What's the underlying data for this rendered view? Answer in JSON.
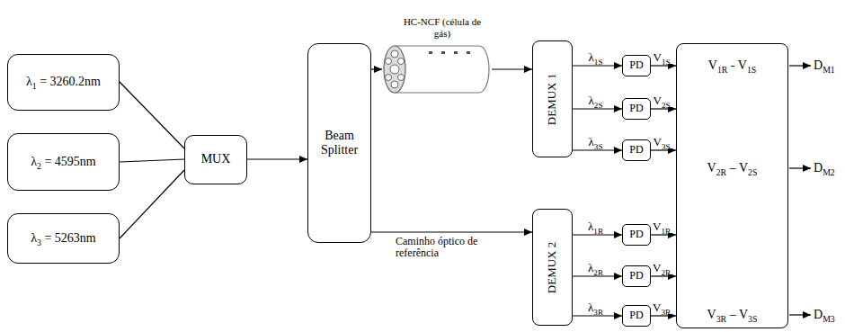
{
  "diagram": {
    "nodes": [
      {
        "text": [
          "λ1 = 3260.2nm"
        ]
      },
      {
        "text": [
          "λ2 = 4595nm"
        ]
      },
      {
        "text": [
          "λ3 = 5263nm"
        ]
      },
      {
        "text": [
          "MUX"
        ]
      },
      {
        "text": [
          "Beam Splitter"
        ]
      },
      {
        "text": [
          "HC-NCF (célula de gás)"
        ]
      },
      {
        "text": [
          "DEMUX 1"
        ]
      },
      {
        "text": [
          "DEMUX 2"
        ]
      },
      {
        "text": [
          "PD"
        ]
      },
      {
        "text": [
          "PD"
        ]
      },
      {
        "text": [
          "PD"
        ]
      },
      {
        "text": [
          "PD"
        ]
      },
      {
        "text": [
          "PD"
        ]
      },
      {
        "text": [
          "PD"
        ]
      },
      {
        "text": [
          "V1R - V1S",
          "V2R – V2S",
          "V3R – V3S"
        ]
      }
    ],
    "edges": [
      {
        "from": 0,
        "to": 3,
        "arrow": "none"
      },
      {
        "from": 1,
        "to": 3,
        "arrow": "none"
      },
      {
        "from": 2,
        "to": 3,
        "arrow": "none"
      },
      {
        "from": 3,
        "to": 4,
        "arrow": "to"
      },
      {
        "from": 4,
        "to": 5,
        "arrow": "to"
      },
      {
        "from": 5,
        "to": 6,
        "arrow": "to"
      },
      {
        "from": 4,
        "to": 7,
        "arrow": "to",
        "label": "Caminho óptico de referência"
      },
      {
        "from": 6,
        "to": 8,
        "arrow": "to",
        "label": "λ1S"
      },
      {
        "from": 6,
        "to": 9,
        "arrow": "to",
        "label": "λ2S"
      },
      {
        "from": 6,
        "to": 10,
        "arrow": "to",
        "label": "λ3S"
      },
      {
        "from": 7,
        "to": 11,
        "arrow": "to",
        "label": "λ1R"
      },
      {
        "from": 7,
        "to": 12,
        "arrow": "to",
        "label": "λ2R"
      },
      {
        "from": 7,
        "to": 13,
        "arrow": "to",
        "label": "λ3R"
      },
      {
        "from": 8,
        "to": 14,
        "arrow": "to",
        "label": "V1S"
      },
      {
        "from": 9,
        "to": 14,
        "arrow": "to",
        "label": "V2S"
      },
      {
        "from": 10,
        "to": 14,
        "arrow": "to",
        "label": "V3S"
      },
      {
        "from": 11,
        "to": 14,
        "arrow": "to",
        "label": "V1R"
      },
      {
        "from": 12,
        "to": 14,
        "arrow": "to",
        "label": "V2R"
      },
      {
        "from": 13,
        "to": 14,
        "arrow": "to",
        "label": "V3R"
      }
    ],
    "labels": [
      "DM1",
      "DM2",
      "DM3"
    ]
  }
}
